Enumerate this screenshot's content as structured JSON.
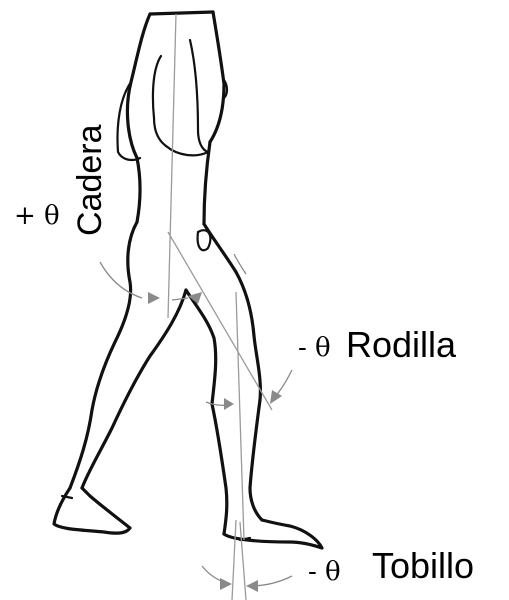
{
  "labels": {
    "hip": {
      "name": "Cadera",
      "angle": "+ θ"
    },
    "knee": {
      "name": "Rodilla",
      "angle": "- θ"
    },
    "ankle": {
      "name": "Tobillo",
      "angle": "- θ"
    }
  },
  "colors": {
    "outline": "#111111",
    "reference_lines": "#9a9a9a",
    "text": "#000000"
  }
}
